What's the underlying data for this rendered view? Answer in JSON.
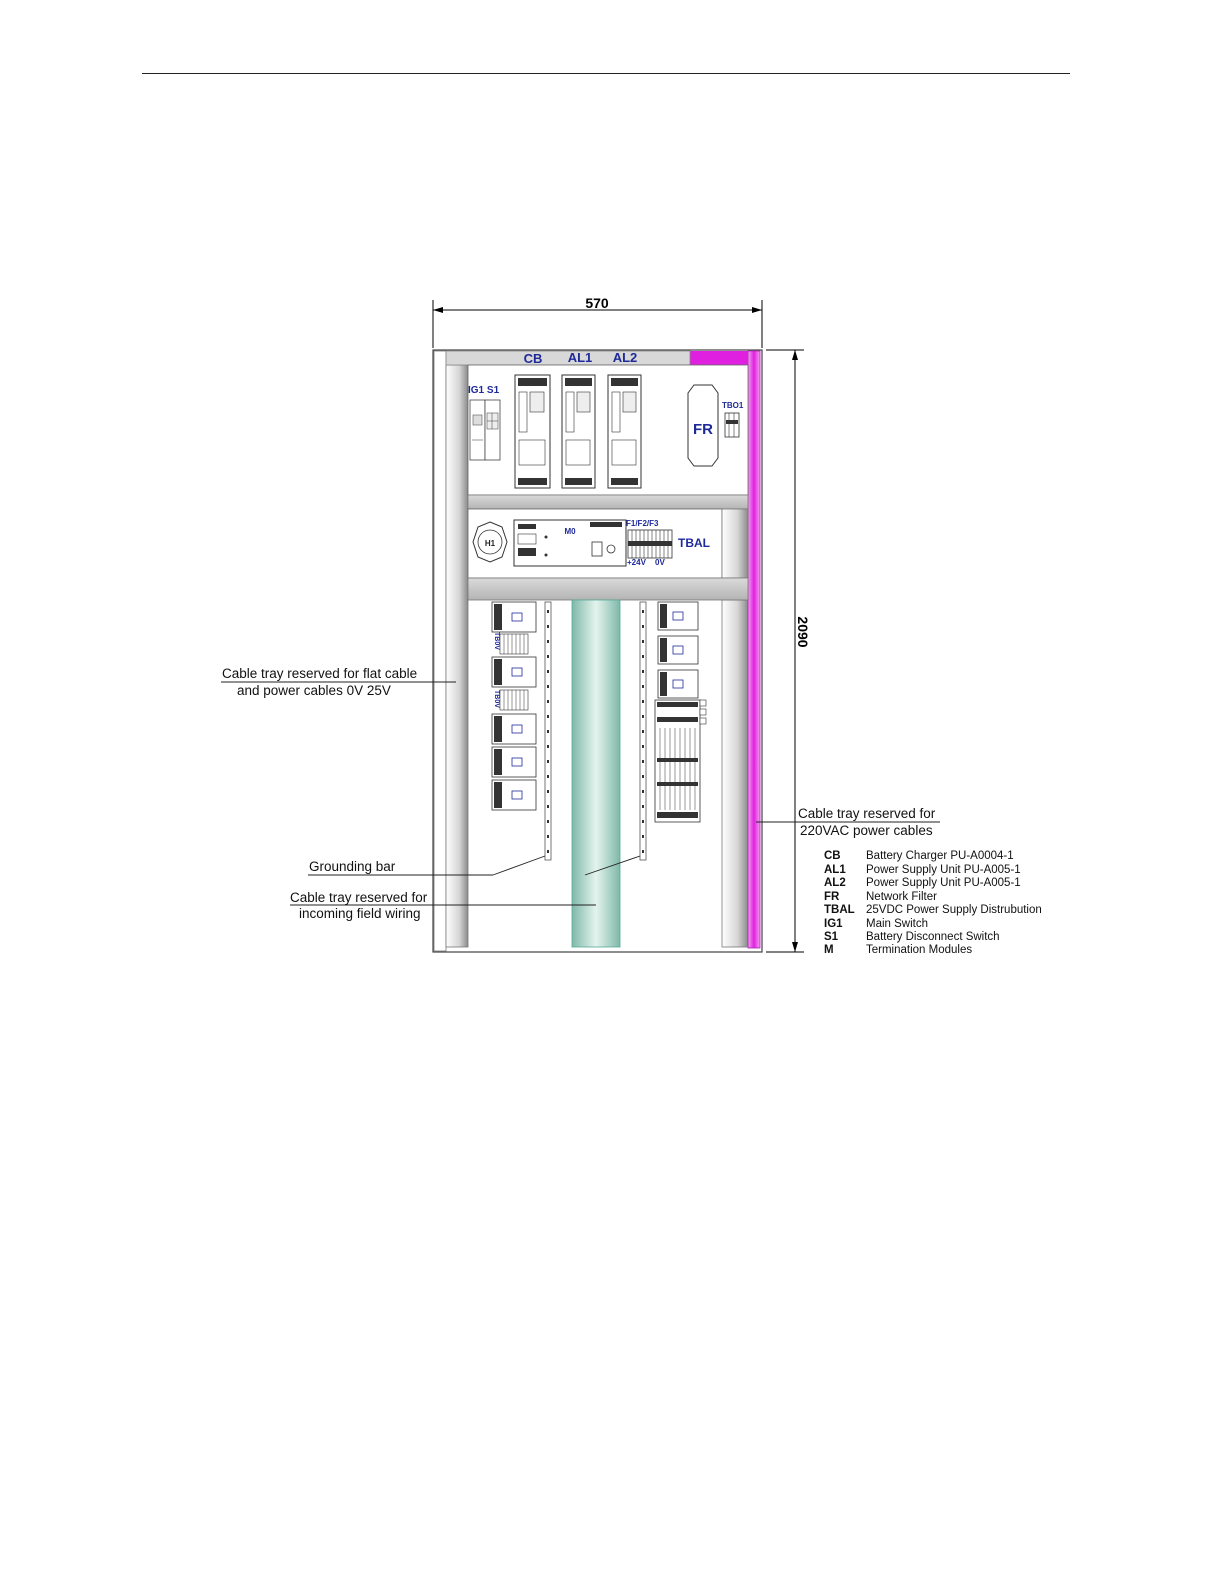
{
  "dimensions": {
    "width": "570",
    "height": "2090"
  },
  "labels": {
    "cb": "CB",
    "al1": "AL1",
    "al2": "AL2",
    "ig1_s1": "IG1 S1",
    "fr": "FR",
    "tbo1": "TBO1",
    "h1": "H1",
    "m0": "M0",
    "f_fuses": "F1/F2/F3",
    "tbal": "TBAL",
    "plus24v": "+24V",
    "zero_v": "0V",
    "tb0v": "TB0V"
  },
  "annotations": {
    "flat_cable_line1": "Cable tray reserved for flat cable",
    "flat_cable_line2": "and power cables 0V 25V",
    "power_cable_line1": "Cable tray reserved for",
    "power_cable_line2": "220VAC power cables",
    "grounding_bar": "Grounding bar",
    "field_wiring_line1": "Cable tray reserved for",
    "field_wiring_line2": "incoming field wiring"
  },
  "legend": [
    {
      "code": "CB",
      "desc": "Battery Charger PU-A0004-1"
    },
    {
      "code": "AL1",
      "desc": "Power Supply Unit PU-A005-1"
    },
    {
      "code": "AL2",
      "desc": "Power Supply Unit PU-A005-1"
    },
    {
      "code": "FR",
      "desc": "Network Filter"
    },
    {
      "code": "TBAL",
      "desc": "25VDC Power Supply Distrubution"
    },
    {
      "code": "IG1",
      "desc": "Main Switch"
    },
    {
      "code": "S1",
      "desc": "Battery Disconnect Switch"
    },
    {
      "code": "M",
      "desc": "Termination Modules"
    }
  ],
  "colors": {
    "power_tray": "#e040e0",
    "field_tray": "#a8d8cc",
    "panel_grey": "#c8c8c8",
    "label_blue": "#1f2a9a"
  }
}
